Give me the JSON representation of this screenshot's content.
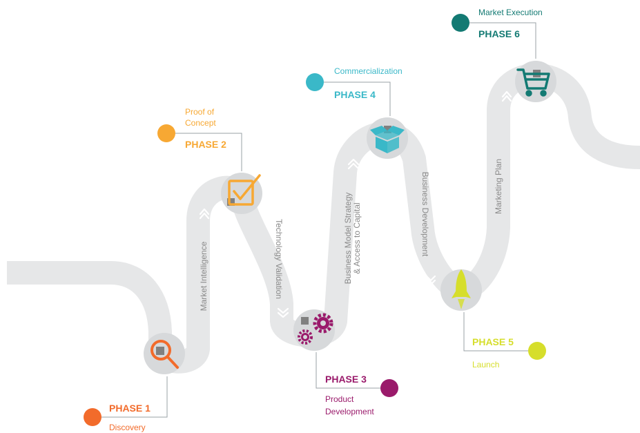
{
  "colors": {
    "road": "#e6e7e8",
    "road_node": "#d7d9db",
    "connector": "#9aa0a6",
    "marker_gray": "#808080",
    "road_label": "#8a8a8a",
    "arrow": "#ffffff"
  },
  "phases": [
    {
      "id": "phase1",
      "title": "PHASE 1",
      "subtitle": [
        "Discovery"
      ],
      "color": "#f26b2b",
      "icon": "magnifier-icon"
    },
    {
      "id": "phase2",
      "title": "PHASE 2",
      "subtitle": [
        "Proof of",
        "Concept"
      ],
      "color": "#f7a833",
      "icon": "checkbox-icon"
    },
    {
      "id": "phase3",
      "title": "PHASE 3",
      "subtitle": [
        "Product",
        "Development"
      ],
      "color": "#9a1a6b",
      "icon": "gears-icon"
    },
    {
      "id": "phase4",
      "title": "PHASE 4",
      "subtitle": [
        "Commercialization"
      ],
      "color": "#3ab8c8",
      "icon": "open-box-icon"
    },
    {
      "id": "phase5",
      "title": "PHASE 5",
      "subtitle": [
        "Launch"
      ],
      "color": "#d6de2b",
      "icon": "rocket-icon"
    },
    {
      "id": "phase6",
      "title": "PHASE 6",
      "subtitle": [
        "Market Execution"
      ],
      "color": "#137a73",
      "icon": "shopping-cart-icon"
    }
  ],
  "road_labels": {
    "market_intelligence": [
      "Market Intelligence"
    ],
    "technology_validation": [
      "Technology Validation"
    ],
    "business_model": [
      "Business Model Strategy",
      "& Access to Capital"
    ],
    "business_development": [
      "Business Development"
    ],
    "marketing_plan": [
      "Marketing Plan"
    ]
  }
}
